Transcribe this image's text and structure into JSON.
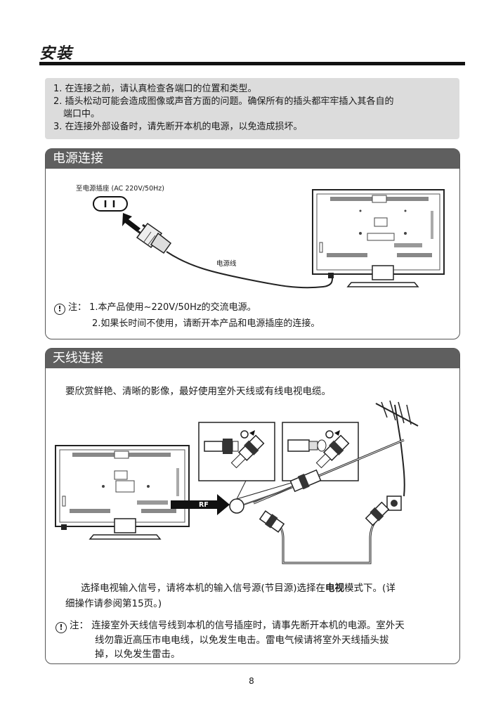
{
  "page": {
    "title": "安装",
    "number": "8"
  },
  "warnings": {
    "line1": "1. 在连接之前，请认真检查各端口的位置和类型。",
    "line2": "2. 插头松动可能会造成图像或声音方面的问题。确保所有的插头都牢牢插入其各自的",
    "line2b": "端口中。",
    "line3": "3. 在连接外部设备时，请先断开本机的电源，以免造成损坏。"
  },
  "power": {
    "heading": "电源连接",
    "socket_label": "至电源插座 (AC 220V/50Hz)",
    "cord_label": "电源线",
    "note_label": "注：",
    "note_line1": "1.本产品使用~220V/50Hz的交流电源。",
    "note_line2": "2.如果长时间不使用，请断开本产品和电源插座的连接。"
  },
  "antenna": {
    "heading": "天线连接",
    "intro": "要欣赏鲜艳、清晰的影像，最好使用室外天线或有线电视电缆。",
    "rf_label": "RF",
    "select_pre": "选择电视输入信号，请将本机的输入信号源(节目源)选择在",
    "select_bold": "电视",
    "select_post": "模式下。(详",
    "select_line2": "细操作请参阅第15页。)",
    "note_label": "注：",
    "note_line1": "连接室外天线信号线到本机的信号插座时，请事先断开本机的电源。室外天",
    "note_line2": "线勿靠近高压市电电线，以免发生电击。雷电气候请将室外天线插头拔",
    "note_line3": "掉，以免发生雷击。"
  },
  "icons": {
    "note": "exclamation-circle-icon"
  }
}
